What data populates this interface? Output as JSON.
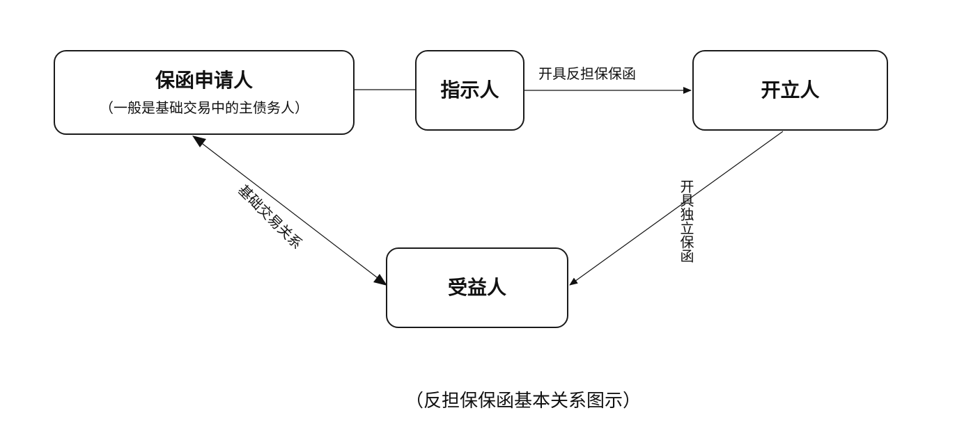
{
  "nodes": {
    "applicant": {
      "title": "保函申请人",
      "subtitle": "（一般是基础交易中的主债务人）"
    },
    "instructing": {
      "title": "指示人"
    },
    "issuer": {
      "title": "开立人"
    },
    "beneficiary": {
      "title": "受益人"
    }
  },
  "edges": {
    "counter_guarantee": "开具反担保保函",
    "basic_transaction": "基础交易关系",
    "independent_guarantee": "开具独立保函"
  },
  "caption": "（反担保保函基本关系图示）"
}
